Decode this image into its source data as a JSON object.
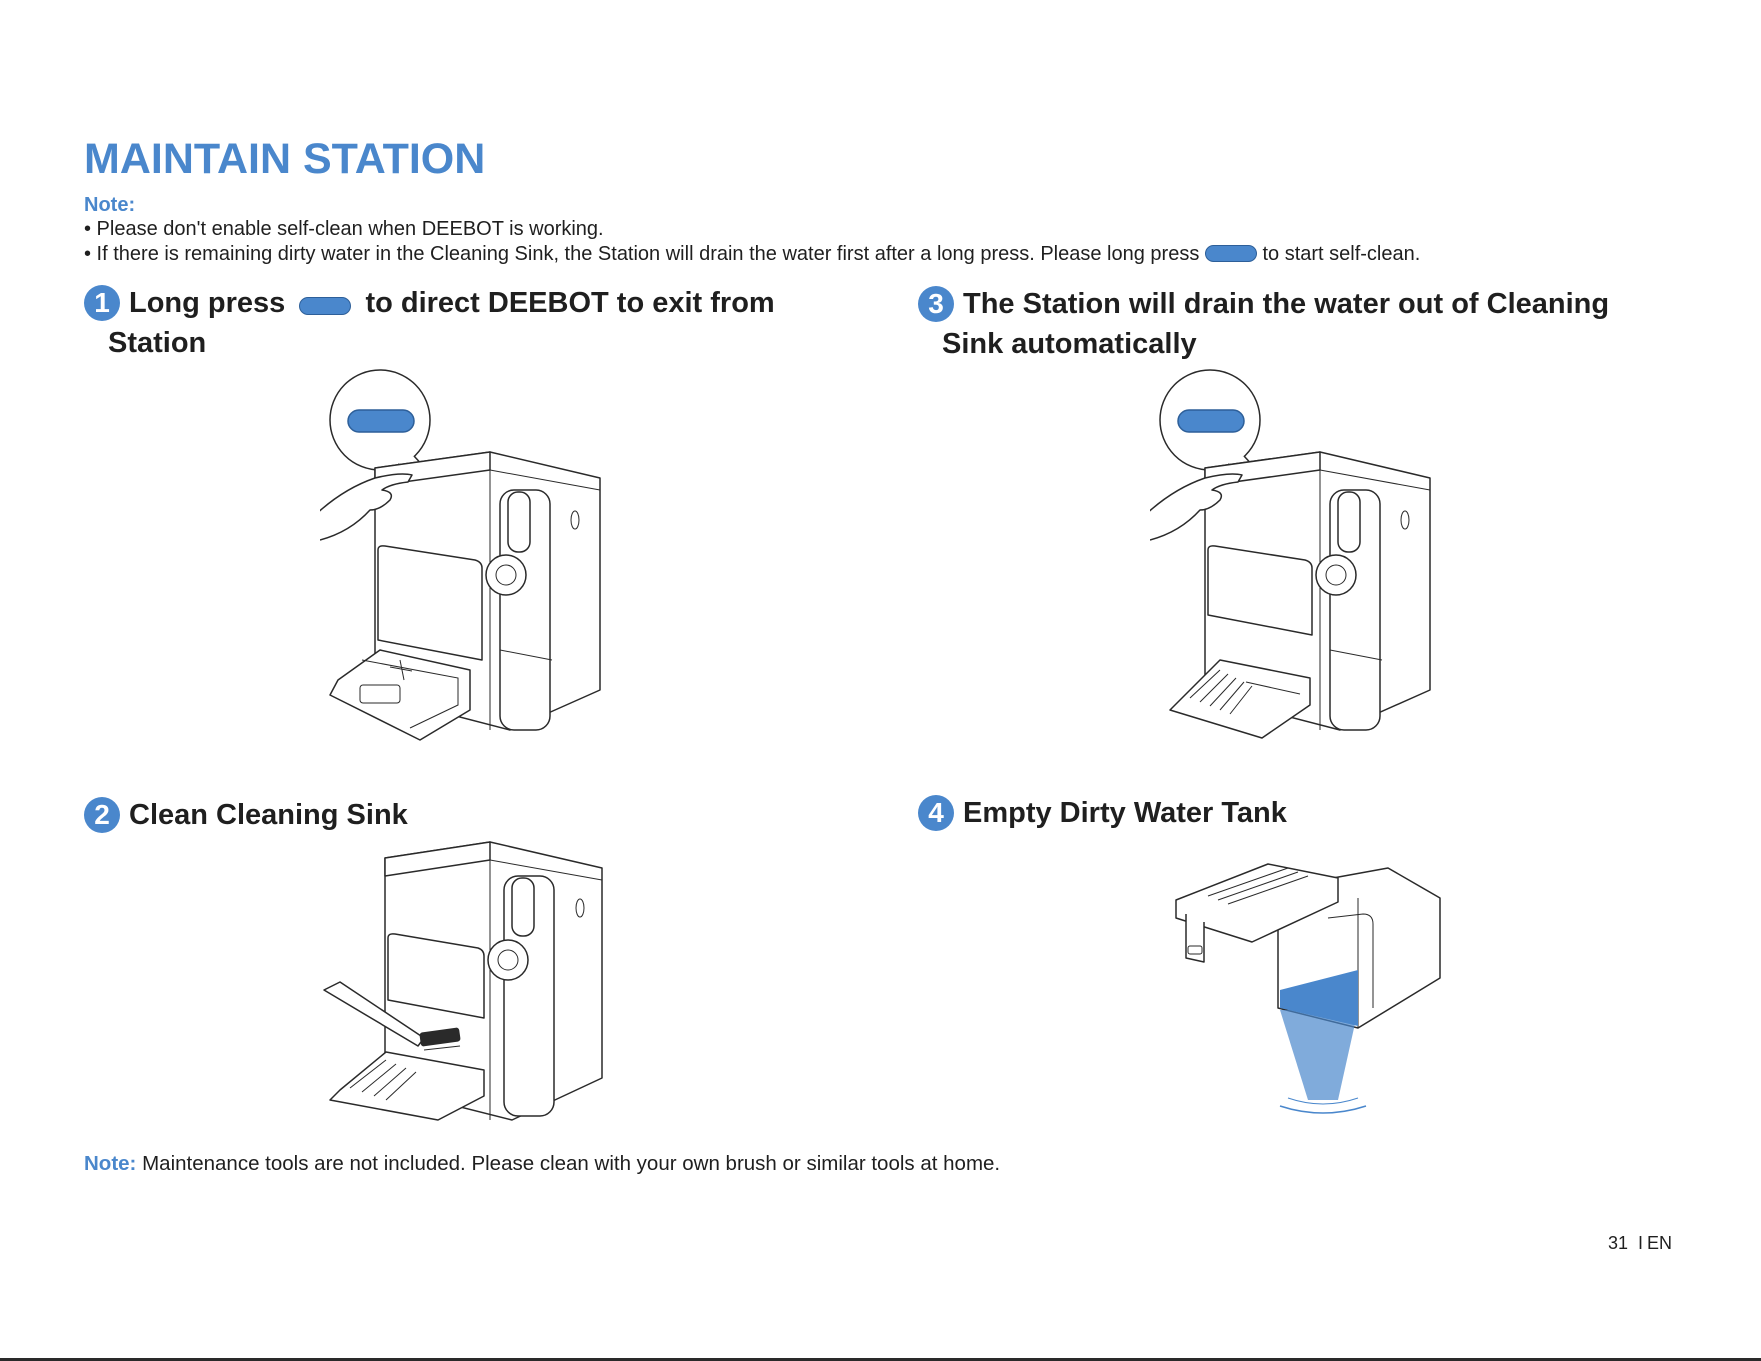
{
  "page": {
    "title": "MAINTAIN STATION",
    "note_label": "Note:",
    "notes": [
      "• Please don't enable self-clean when DEEBOT is working.",
      "• If there is remaining dirty water in the Cleaning Sink, the Station will drain the water first after a long press. Please long press",
      "to start self-clean."
    ]
  },
  "steps": [
    {
      "num": "1",
      "text_before": "Long press",
      "text_after": "to direct DEEBOT to exit from",
      "text_line2": "Station"
    },
    {
      "num": "2",
      "text": "Clean Cleaning Sink"
    },
    {
      "num": "3",
      "text_line1": "The Station will drain the water out of Cleaning",
      "text_line2": "Sink automatically"
    },
    {
      "num": "4",
      "text": "Empty Dirty Water Tank"
    }
  ],
  "bottom_note": {
    "label": "Note:",
    "text": "Maintenance tools are not included. Please clean with your own brush or similar tools at home."
  },
  "footer": {
    "page_number": "31",
    "separator": "I",
    "language": "EN"
  },
  "colors": {
    "accent": "#4a87cc",
    "text": "#1f1f1f",
    "background": "#ffffff"
  },
  "icons": [
    "button-pill-icon",
    "station-illustration",
    "hand-illustration",
    "brush-illustration",
    "water-tank-illustration"
  ]
}
